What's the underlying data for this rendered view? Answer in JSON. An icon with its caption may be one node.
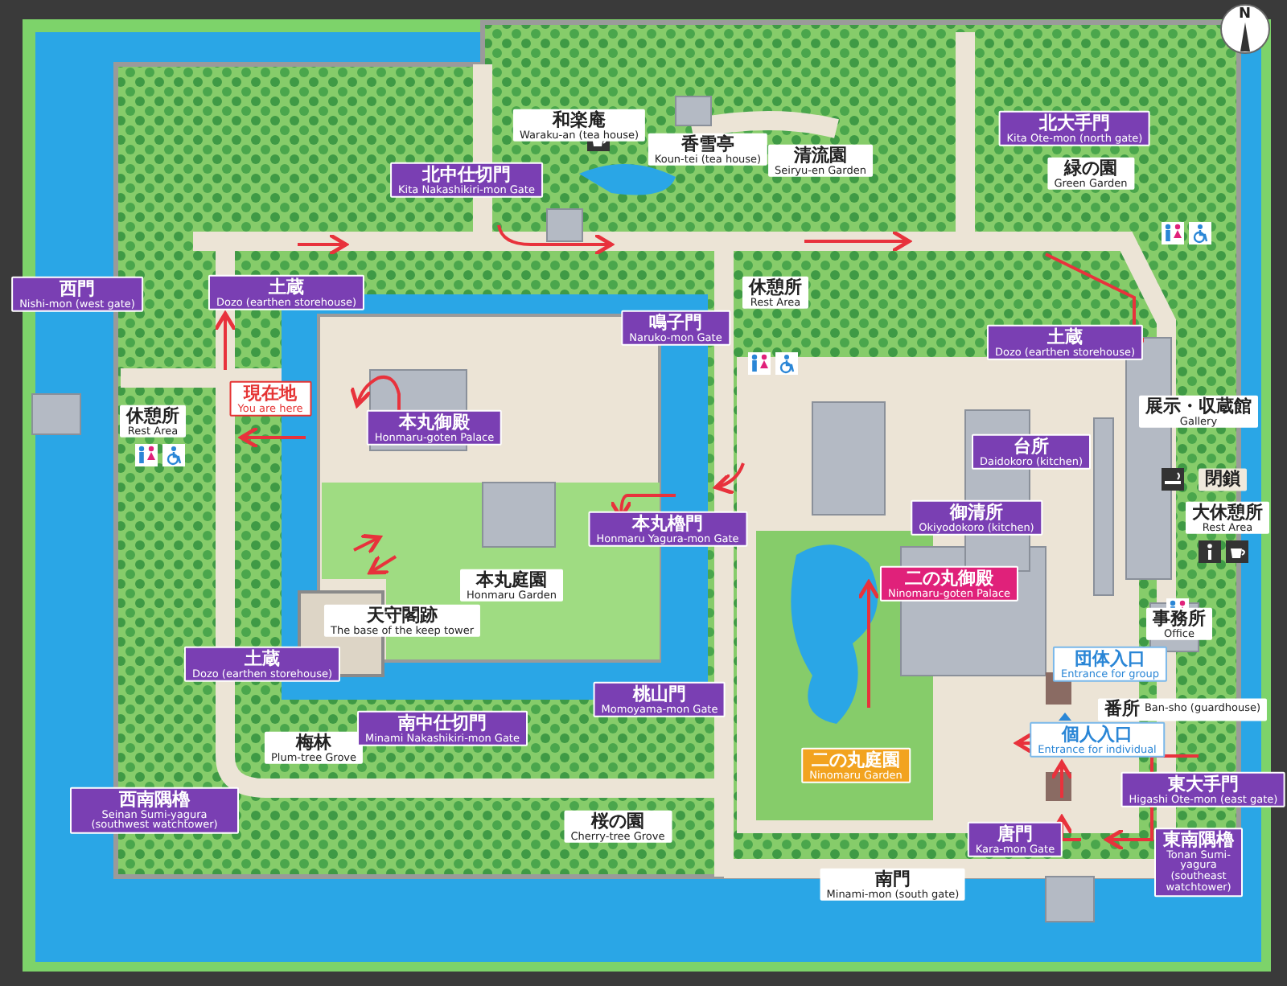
{
  "diagram": {
    "labels": [
      "香雪亭",
      "Koun-tei (tea house)",
      "北大手門",
      "Kita Ote-mon (north gate)",
      "N",
      "和楽庵",
      "Waraku-an (tea house)",
      "清流園",
      "Seiryu-en Garden",
      "北中仕切門",
      "Kita Nakashikiri-mon Gate",
      "緑の園",
      "Green Garden",
      "土蔵",
      "Dozo (earthen storehouse)",
      "西門",
      "Nishi-mon (west gate)",
      "休憩所",
      "Rest Area",
      "鳴子門",
      "Naruko-mon Gate",
      "土蔵",
      "Dozo (earthen storehouse)",
      "現在地",
      "You are here",
      "休憩所",
      "Rest Area",
      "本丸御殿",
      "Honmaru-goten Palace",
      "展示・収蔵館",
      "Gallery",
      "台所",
      "Daidokoro (kitchen)",
      "閉鎖",
      "大休憩所",
      "Rest Area",
      "御清所",
      "Okiyodokoro (kitchen)",
      "本丸櫓門",
      "Honmaru Yagura-mon Gate",
      "本丸庭園",
      "Honmaru Garden",
      "二の丸御殿",
      "Ninomaru-goten Palace",
      "天守閣跡",
      "The base of the keep tower",
      "事務所",
      "Office",
      "土蔵",
      "Dozo (earthen storehouse)",
      "桃山門",
      "Momoyama-mon Gate",
      "団体入口",
      "Entrance for group",
      "番所",
      "Ban-sho (guardhouse)",
      "個人入口",
      "Entrance for individual",
      "梅林",
      "Plum-tree Grove",
      "南中仕切門",
      "Minami Nakashikiri-mon Gate",
      "二の丸庭園",
      "Ninomaru Garden",
      "東大手門",
      "Higashi Ote-mon (east gate)",
      "西南隅櫓",
      "Seinan Sumi-yagura (southwest watchtower)",
      "唐門",
      "Kara-mon Gate",
      "東南隅櫓",
      "Tonan Sumi-yagura (southeast watchtower)",
      "桜の園",
      "Cherry-tree Grove",
      "南門",
      "Minami-mon (south gate)"
    ]
  }
}
